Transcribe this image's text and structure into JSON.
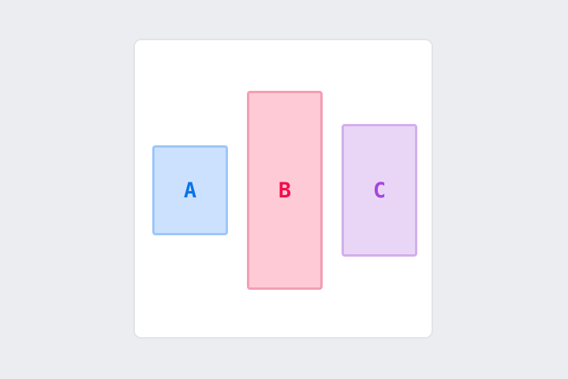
{
  "boxes": [
    {
      "label": "A",
      "fill": "#CCE1FE",
      "border": "#9CC7F8",
      "text_color": "#0B74E8"
    },
    {
      "label": "B",
      "fill": "#FECAD6",
      "border": "#F59DB3",
      "text_color": "#F20D4B"
    },
    {
      "label": "C",
      "fill": "#E9D6F7",
      "border": "#D3AEEC",
      "text_color": "#A447DE"
    }
  ]
}
